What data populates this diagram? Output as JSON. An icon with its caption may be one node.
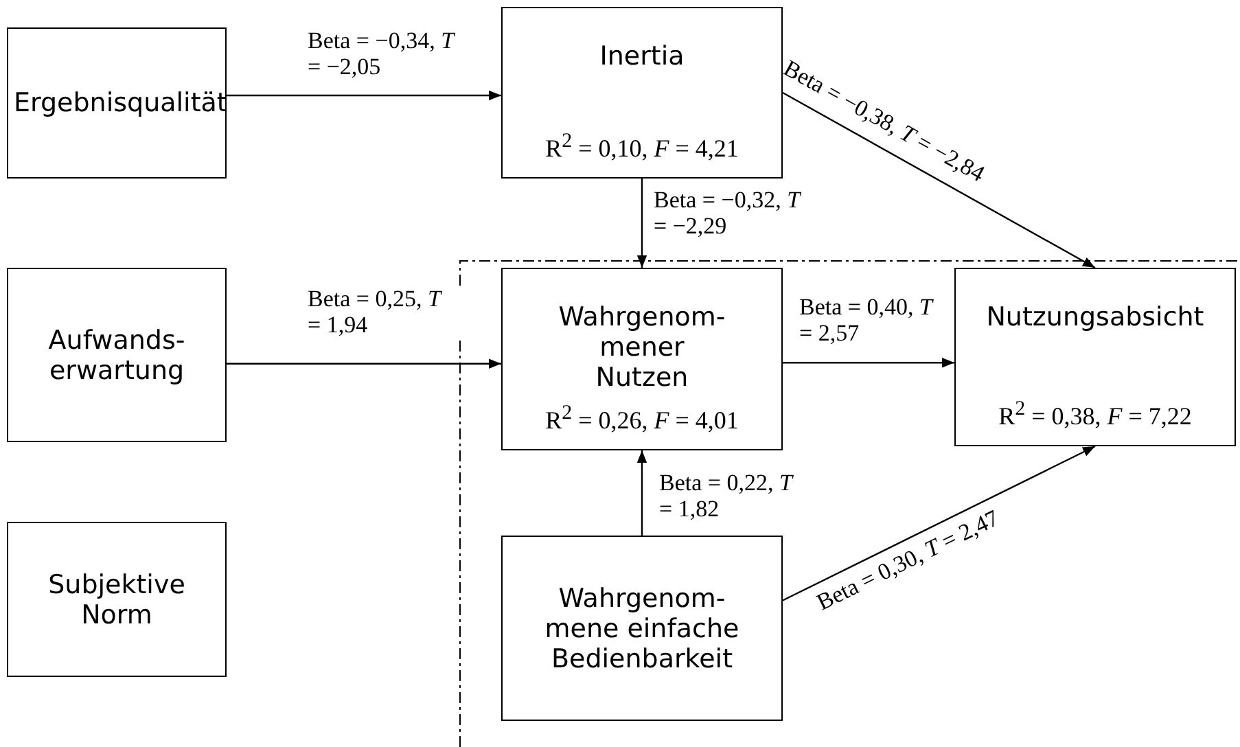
{
  "diagram": {
    "nodes": [
      {
        "text": [
          "Ergebnisqualität"
        ]
      },
      {
        "text": [
          "Inertia",
          "R$^{2}$ = 0,10, *F* = 4,21"
        ]
      },
      {
        "text": [
          "Aufwands- erwartung"
        ]
      },
      {
        "text": [
          "Wahrgenom- mener Nutzen",
          "R$^{2}$ = 0,26, *F* = 4,01"
        ]
      },
      {
        "text": [
          "Nutzungsabsicht",
          "R$^{2}$ = 0,38, *F* = 7,22"
        ]
      },
      {
        "text": [
          "Subjektive Norm"
        ]
      },
      {
        "text": [
          "Wahrgenom- mene einfache Bedienbarkeit"
        ]
      }
    ],
    "edges": [
      {
        "from": 0,
        "to": 1,
        "arrow": "to",
        "label": "Beta = −0,34, *T* = −2,05"
      },
      {
        "from": 1,
        "to": 3,
        "arrow": "to",
        "label": "Beta = −0,32, *T* = −2,29"
      },
      {
        "from": 1,
        "to": 4,
        "arrow": "to",
        "label": "Beta = −0,38, *T* = −2,84"
      },
      {
        "from": 2,
        "to": 3,
        "arrow": "to",
        "label": "Beta = 0,25, *T* = 1,94"
      },
      {
        "from": 3,
        "to": 4,
        "arrow": "to",
        "label": "Beta = 0,40, *T* = 2,57"
      },
      {
        "from": 6,
        "to": 3,
        "arrow": "to",
        "label": "Beta = 0,22, *T* = 1,82"
      },
      {
        "from": 6,
        "to": 4,
        "arrow": "to",
        "label": "Beta = 0,30, *T* = 2,47"
      }
    ]
  }
}
